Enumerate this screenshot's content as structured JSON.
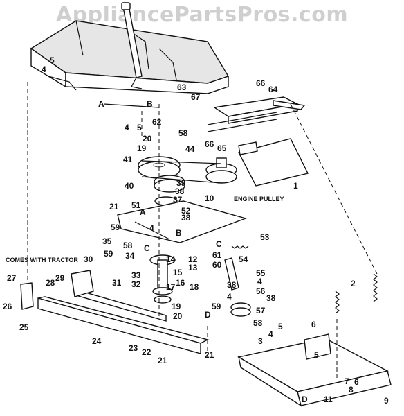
{
  "watermark": "AppliancePartsPros.com",
  "notes": {
    "engine_pulley": "ENGINE PULLEY",
    "comes_with_tractor": "COMES WITH TRACTOR"
  },
  "callouts": {
    "c1": "1",
    "c2": "2",
    "c3": "3",
    "c4a": "4",
    "c4b": "4",
    "c4c": "4",
    "c4d": "4",
    "c4e": "4",
    "c4f": "4",
    "c5a": "5",
    "c5b": "5",
    "c5c": "5",
    "c5d": "5",
    "c6a": "6",
    "c6b": "6",
    "c7": "7",
    "c8": "8",
    "c9": "9",
    "c10": "10",
    "c11": "11",
    "c12": "12",
    "c13": "13",
    "c14": "14",
    "c15": "15",
    "c16": "16",
    "c17": "17",
    "c18": "18",
    "c19a": "19",
    "c19b": "19",
    "c20a": "20",
    "c20b": "20",
    "c21a": "21",
    "c21b": "21",
    "c21c": "21",
    "c22": "22",
    "c23": "23",
    "c24": "24",
    "c25": "25",
    "c26": "26",
    "c27": "27",
    "c28": "28",
    "c29": "29",
    "c30": "30",
    "c31": "31",
    "c32": "32",
    "c33": "33",
    "c34": "34",
    "c35": "35",
    "c37": "37",
    "c38a": "38",
    "c38b": "38",
    "c38c": "38",
    "c38d": "38",
    "c39": "39",
    "c40": "40",
    "c41": "41",
    "c44": "44",
    "c51": "51",
    "c52": "52",
    "c53": "53",
    "c54": "54",
    "c55": "55",
    "c56": "56",
    "c57": "57",
    "c58a": "58",
    "c58b": "58",
    "c58c": "58",
    "c59a": "59",
    "c59b": "59",
    "c59c": "59",
    "c60": "60",
    "c61": "61",
    "c62": "62",
    "c63": "63",
    "c64": "64",
    "c65": "65",
    "c66a": "66",
    "c66b": "66",
    "c67": "67",
    "ref_a1": "A",
    "ref_a2": "A",
    "ref_b1": "B",
    "ref_b2": "B",
    "ref_c1": "C",
    "ref_c2": "C",
    "ref_d1": "D",
    "ref_d2": "D"
  }
}
